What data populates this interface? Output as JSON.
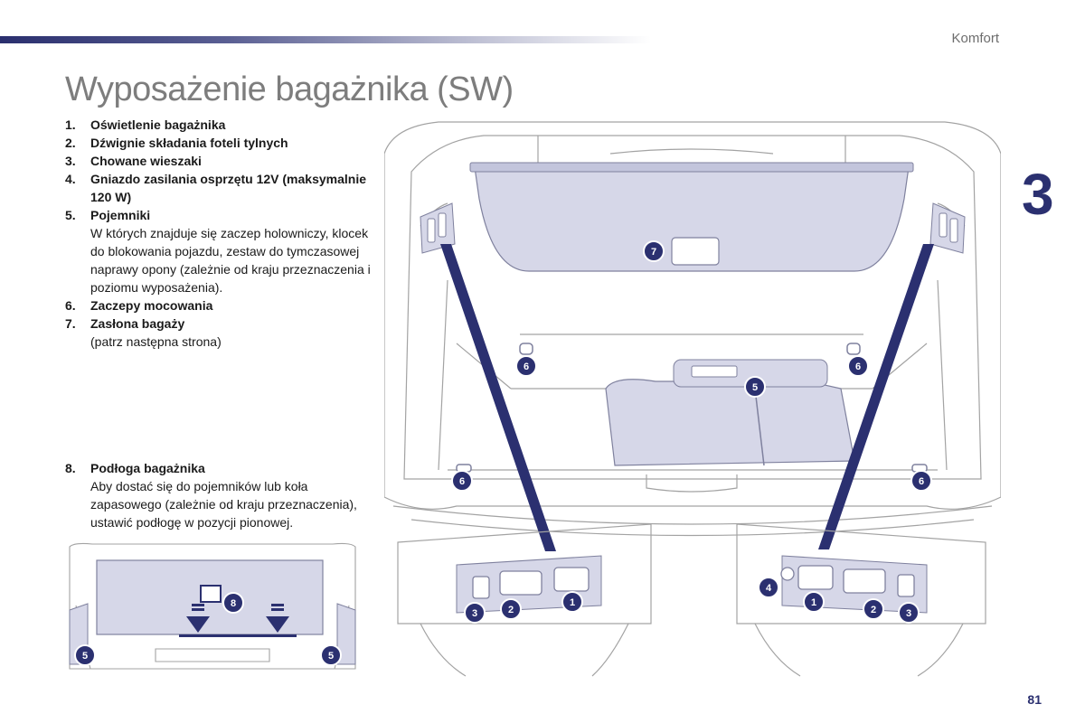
{
  "header": {
    "section": "Komfort",
    "chapter_number": "3"
  },
  "title": "Wyposażenie bagażnika (SW)",
  "items": [
    {
      "num": "1.",
      "label": "Oświetlenie bagażnika"
    },
    {
      "num": "2.",
      "label": "Dźwignie składania foteli tylnych"
    },
    {
      "num": "3.",
      "label": "Chowane wieszaki"
    },
    {
      "num": "4.",
      "label": "Gniazdo zasilania osprzętu 12V (maksymalnie 120 W)"
    },
    {
      "num": "5.",
      "label": "Pojemniki",
      "desc": "W których znajduje się zaczep holowniczy, klocek do blokowania pojazdu, zestaw do tymczasowej naprawy opony (zależnie od kraju przeznaczenia i poziomu wyposażenia)."
    },
    {
      "num": "6.",
      "label": "Zaczepy mocowania"
    },
    {
      "num": "7.",
      "label": "Zasłona bagaży",
      "desc": "(patrz następna strona)"
    }
  ],
  "item8": {
    "num": "8.",
    "label": "Podłoga bagażnika",
    "desc": "Aby dostać się do pojemników lub koła zapasowego (zależnie od kraju przeznaczenia), ustawić podłogę w pozycji pionowej."
  },
  "callouts": {
    "n1": "1",
    "n2": "2",
    "n3": "3",
    "n4": "4",
    "n5": "5",
    "n6": "6",
    "n7": "7",
    "n8": "8"
  },
  "colors": {
    "accent": "#2b3070",
    "panel": "#d6d7e8",
    "line": "#9a9a9a"
  },
  "page_number": "81"
}
